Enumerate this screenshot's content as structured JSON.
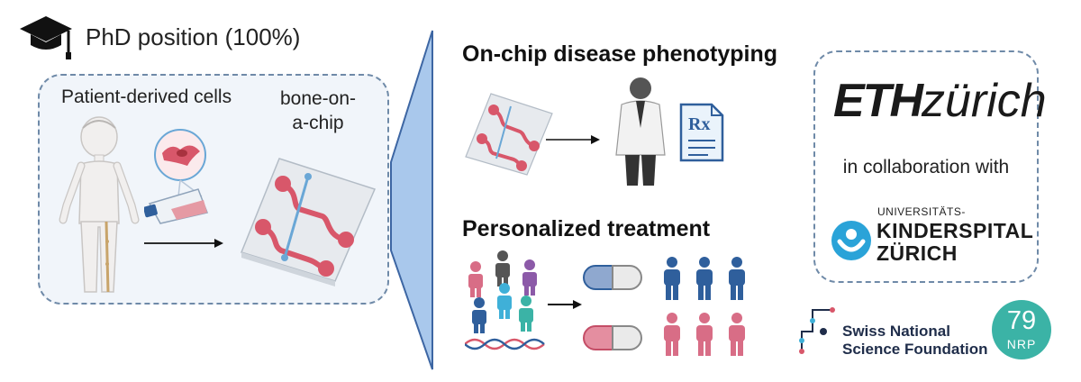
{
  "header": {
    "position_label": "PhD position (100%)"
  },
  "left_panel": {
    "cells_label": "Patient-derived cells",
    "chip_label_line1": "bone-on-",
    "chip_label_line2": "a-chip"
  },
  "phenotyping": {
    "title": "On-chip disease phenotyping",
    "rx_label": "Rx"
  },
  "treatment": {
    "title": "Personalized treatment"
  },
  "partners": {
    "eth_bold": "ETH",
    "eth_light": "zürich",
    "collaboration": "in collaboration with",
    "kispi_top": "UNIVERSITÄTS-",
    "kispi_line1": "KINDERSPITAL",
    "kispi_line2": "ZÜRICH",
    "snsf_line1": "Swiss National",
    "snsf_line2": "Science Foundation",
    "nrp_number": "79",
    "nrp_label": "NRP"
  },
  "colors": {
    "panel_border": "#6f8aa8",
    "panel_fill": "#f1f5fa",
    "chip_red": "#d8576a",
    "chip_blue": "#6aa7d6",
    "funnel_blue": "#a9c8ec",
    "people_blue": "#2f5f9c",
    "people_pink": "#d86d86",
    "nrp_teal": "#3bb3a6",
    "kispi_blue": "#2aa3d8",
    "snsf_navy": "#1f2d4a"
  },
  "icons": [
    "graduation-cap-icon",
    "child-icon",
    "cell-flask-icon",
    "chip-icon",
    "doctor-icon",
    "prescription-icon",
    "pill-icon",
    "dna-icon",
    "people-icon",
    "eth-logo",
    "kispi-logo",
    "snsf-logo",
    "nrp-logo"
  ]
}
